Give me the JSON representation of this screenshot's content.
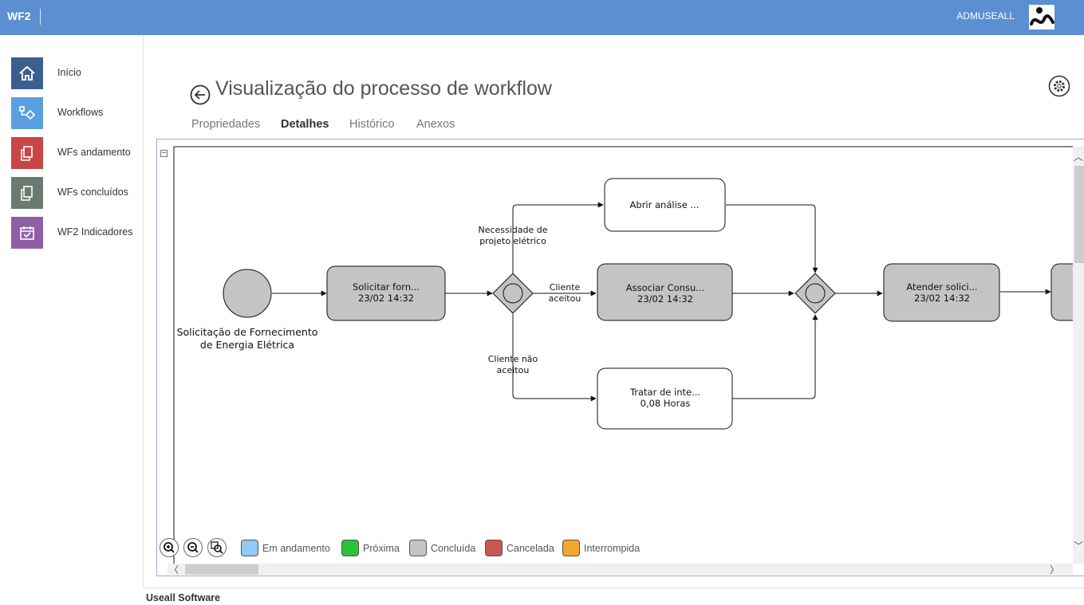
{
  "app": {
    "brand": "WF2",
    "user": "ADMUSEALL",
    "footer": "Useall Software"
  },
  "sidebar": {
    "items": [
      {
        "label": "Início",
        "color": "#3b5f8e",
        "icon": "home-icon"
      },
      {
        "label": "Workflows",
        "color": "#5b9fe0",
        "icon": "workflow-icon"
      },
      {
        "label": "WFs andamento",
        "color": "#c94646",
        "icon": "documents-icon"
      },
      {
        "label": "WFs concluídos",
        "color": "#6a7a70",
        "icon": "documents-icon"
      },
      {
        "label": "WF2 Indicadores",
        "color": "#8e5ea8",
        "icon": "calendar-check-icon"
      }
    ]
  },
  "page": {
    "title": "Visualização do processo de workflow"
  },
  "tabs": [
    {
      "label": "Propriedades",
      "active": false
    },
    {
      "label": "Detalhes",
      "active": true
    },
    {
      "label": "Histórico",
      "active": false
    },
    {
      "label": "Anexos",
      "active": false
    }
  ],
  "diagram": {
    "start_event": {
      "label_line1": "Solicitação de Fornecimento",
      "label_line2": "de Energia Elétrica"
    },
    "tasks": [
      {
        "title": "Solicitar forn...",
        "detail": "23/02 14:32",
        "status": "Concluída"
      },
      {
        "title": "Abrir análise ...",
        "detail": "",
        "status": ""
      },
      {
        "title": "Associar Consu...",
        "detail": "23/02 14:32",
        "status": "Concluída"
      },
      {
        "title": "Tratar de inte...",
        "detail": "0,08 Horas",
        "status": ""
      },
      {
        "title": "Atender solici...",
        "detail": "23/02 14:32",
        "status": "Concluída"
      }
    ],
    "flows": {
      "need_project_line1": "Necessidade de",
      "need_project_line2": "projeto elétrico",
      "client_accepted_line1": "Cliente",
      "client_accepted_line2": "aceitou",
      "client_rejected_line1": "Cliente não",
      "client_rejected_line2": "aceitou"
    }
  },
  "legend": [
    {
      "label": "Em andamento",
      "color": "#8ecbf5"
    },
    {
      "label": "Próxima",
      "color": "#2ec23a"
    },
    {
      "label": "Concluída",
      "color": "#c4c4c4"
    },
    {
      "label": "Cancelada",
      "color": "#cc5555"
    },
    {
      "label": "Interrompida",
      "color": "#f2a72e"
    }
  ],
  "zoom": [
    {
      "icon": "zoom-in-icon"
    },
    {
      "icon": "zoom-out-icon"
    },
    {
      "icon": "zoom-fit-icon"
    }
  ],
  "colors": {
    "topbar": "#5b8fd1",
    "done_task": "#c4c4c4",
    "pending_task": "#ffffff"
  }
}
